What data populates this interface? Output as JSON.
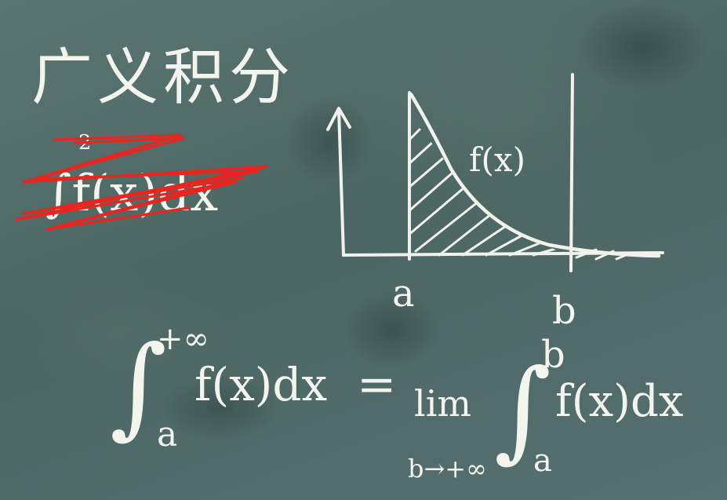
{
  "board": {
    "title": "广义积分",
    "crossed_out": "∫f(x)dx",
    "crossed_out_upper_limit": "2",
    "graph": {
      "curve_label": "f(x)",
      "label_a": "a",
      "label_b": "b"
    },
    "formula": {
      "lhs_upper_limit": "+∞",
      "lhs_lower_limit": "a",
      "lhs_integrand": "f(x)dx",
      "equals": "=",
      "lim": "lim",
      "lim_subscript": "b→+∞",
      "rhs_upper_limit": "b",
      "rhs_lower_limit": "a",
      "rhs_integrand": "f(x)dx"
    }
  },
  "colors": {
    "chalkboard": "#4f6966",
    "chalk": "#f2f2ec",
    "red_marker": "#e8261f"
  }
}
